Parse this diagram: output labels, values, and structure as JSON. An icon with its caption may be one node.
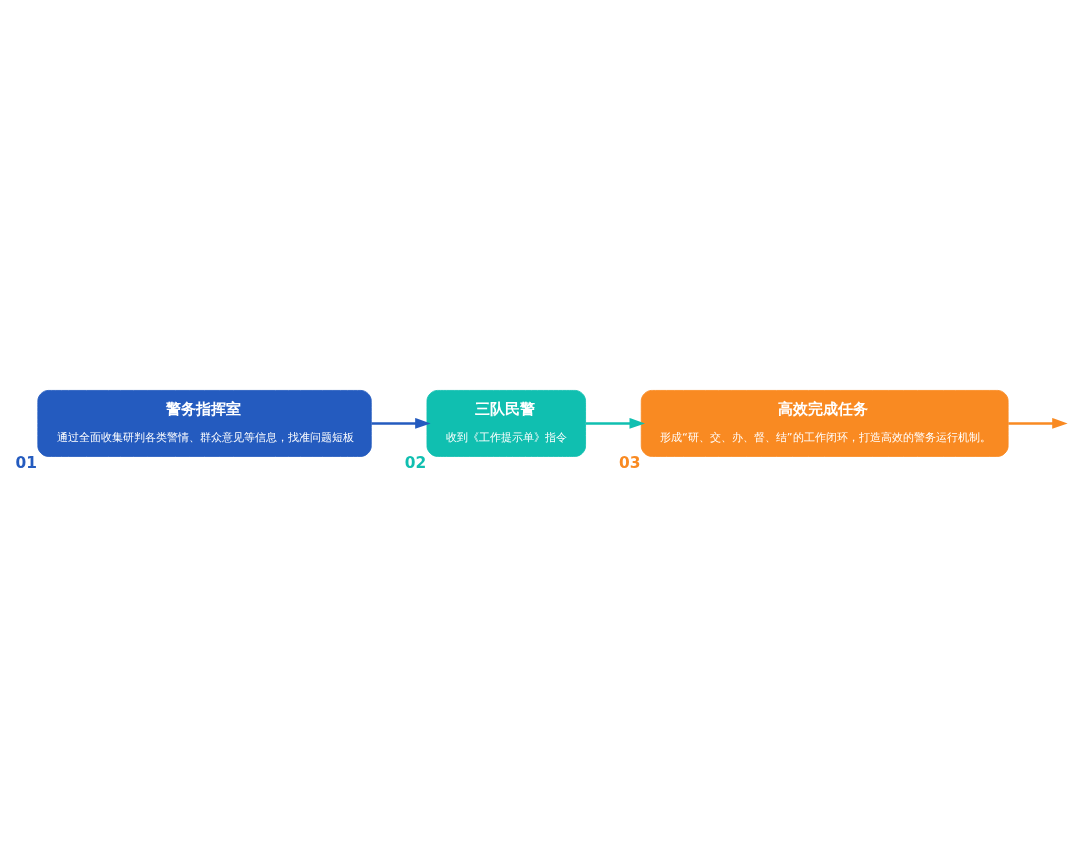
{
  "diagram": {
    "nodes": [
      {
        "text": [
          "警务指挥室",
          "通过全面收集研判各类警情、群众意见等信息，找准问题短板"
        ],
        "beside": [
          "01"
        ]
      },
      {
        "text": [
          "三队民警",
          "收到《工作提示单》指令"
        ],
        "beside": [
          "02"
        ]
      },
      {
        "text": [
          "高效完成任务",
          "形成“研、交、办、督、结”的工作闭环，打造高效的警务运行机制。"
        ],
        "beside": [
          "03"
        ]
      }
    ],
    "edges": [
      {
        "from": 0,
        "to": 1,
        "arrow": "to",
        "color": "#245bbf"
      },
      {
        "from": 1,
        "to": 2,
        "arrow": "to",
        "color": "#10bfb0"
      },
      {
        "from": 2,
        "to": null,
        "arrow": "to",
        "color": "#f98a22"
      }
    ]
  }
}
